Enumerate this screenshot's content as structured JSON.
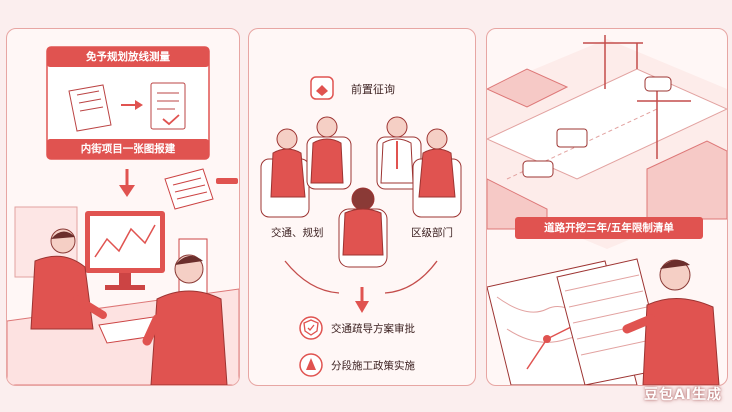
{
  "panel1": {
    "top_banner": "免予规划放线测量",
    "bottom_banner": "内街项目一张图报建"
  },
  "panel2": {
    "title": "前置征询",
    "left_label": "交通、规划",
    "right_label": "区级部门",
    "steps": [
      {
        "label": "交通疏导方案审批",
        "icon": "shield-check-icon"
      },
      {
        "label": "分段施工政策实施",
        "icon": "road-cone-icon"
      }
    ]
  },
  "panel3": {
    "banner": "道路开挖三年/五年限制清单"
  },
  "watermark": "豆包AI生成",
  "colors": {
    "accent": "#e05350",
    "line": "#c44d4b",
    "panel_bg": "#fff7f6",
    "page_bg": "#fbeeee"
  }
}
